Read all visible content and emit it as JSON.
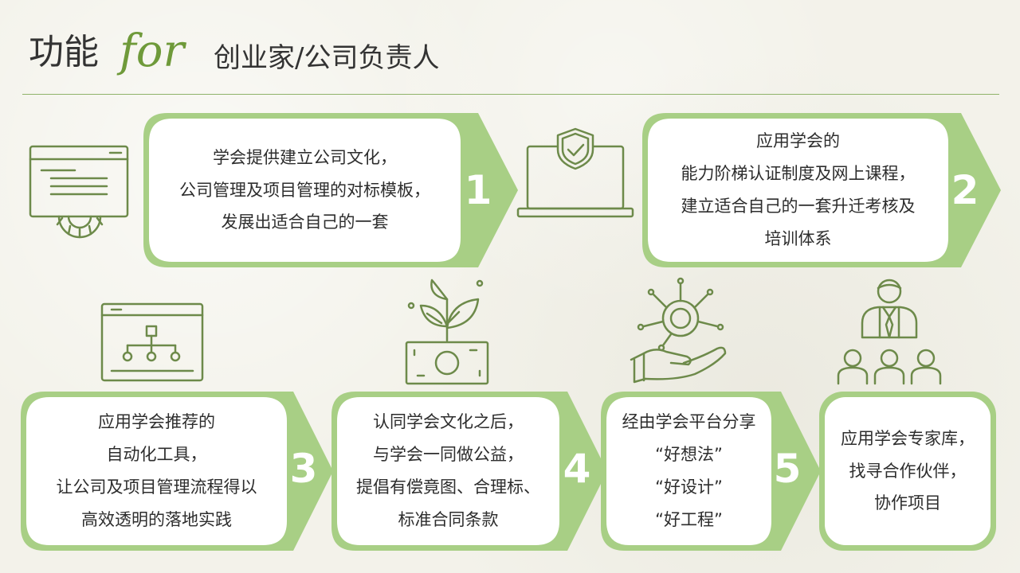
{
  "header": {
    "title": "功能",
    "for": "for",
    "subtitle": "创业家/公司负责人"
  },
  "colors": {
    "accent_green": "#a8cf85",
    "icon_stroke": "#6d8a4a",
    "box_fill": "#ffffff",
    "number_text": "#ffffff"
  },
  "steps": [
    {
      "number": "1",
      "lines": [
        "学会提供建立公司文化，",
        "公司管理及项目管理的对标模板，",
        "发展出适合自己的一套"
      ],
      "icon": "laptop-settings-icon"
    },
    {
      "number": "2",
      "lines": [
        "应用学会的",
        "能力阶梯认证制度及网上课程，",
        "建立适合自己的一套升迁考核及",
        "培训体系"
      ],
      "icon": "laptop-shield-icon"
    },
    {
      "number": "3",
      "lines": [
        "应用学会推荐的",
        "自动化工具，",
        "让公司及项目管理流程得以",
        "高效透明的落地实践"
      ],
      "icon": "workflow-window-icon"
    },
    {
      "number": "4",
      "lines": [
        "认同学会文化之后，",
        "与学会一同做公益，",
        "提倡有偿竟图、合理标、",
        "标准合同条款"
      ],
      "icon": "plant-money-icon"
    },
    {
      "number": "5",
      "lines": [
        "经由学会平台分享",
        "“好想法”",
        "“好设计”",
        "“好工程”"
      ],
      "icon": "hand-network-icon"
    },
    {
      "number": "",
      "lines": [
        "应用学会专家库，",
        "找寻合作伙伴，",
        "协作项目"
      ],
      "icon": "team-people-icon"
    }
  ]
}
